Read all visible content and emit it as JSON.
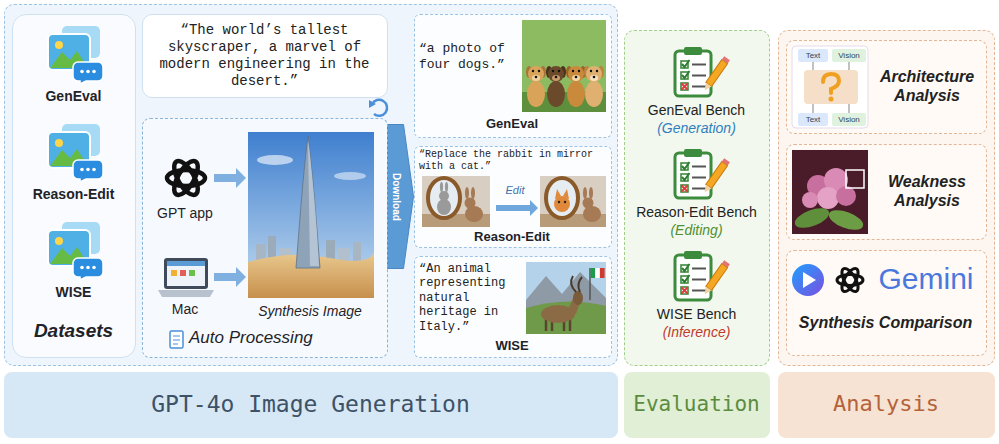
{
  "diagram": {
    "nodes": [
      {
        "text": [
          "GPT-4o Image Generation"
        ]
      },
      {
        "text": [
          "GenEval",
          "Reason-Edit",
          "WISE",
          "Datasets"
        ],
        "in": 0
      },
      {
        "text": [
          "“The world’s tallest skyscraper, a marvel of modern engineering in the desert.”"
        ],
        "in": 0
      },
      {
        "text": [
          "GPT app",
          "Mac",
          "Synthesis Image",
          "Auto Processing"
        ],
        "in": 0
      },
      {
        "text": [
          "“a photo of four dogs.”",
          "GenEval"
        ],
        "in": 0
      },
      {
        "text": [
          "“Replace the rabbit in mirror with a cat.”",
          "Edit",
          "Reason-Edit"
        ],
        "in": 0
      },
      {
        "text": [
          "“An animal representing natural heritage in Italy.”",
          "WISE"
        ],
        "in": 0
      },
      {
        "text": [
          "GenEval Bench",
          "(Generation)",
          "Reason-Edit Bench",
          "(Editing)",
          "WISE Bench",
          "(Inference)",
          "Evaluation"
        ]
      },
      {
        "text": [
          "Analysis"
        ]
      },
      {
        "text": [
          "Architecture Analysis"
        ],
        "in": 8
      },
      {
        "text": [
          "Weakness Analysis"
        ],
        "in": 8
      },
      {
        "text": [
          "Gemini",
          "Synthesis Comparison"
        ],
        "in": 8
      }
    ],
    "edges": [
      {
        "from": 3,
        "to": 5,
        "label": "Download",
        "arrow": "to"
      }
    ],
    "labels": [
      "Text",
      "Vision",
      "Text",
      "Vision"
    ]
  }
}
